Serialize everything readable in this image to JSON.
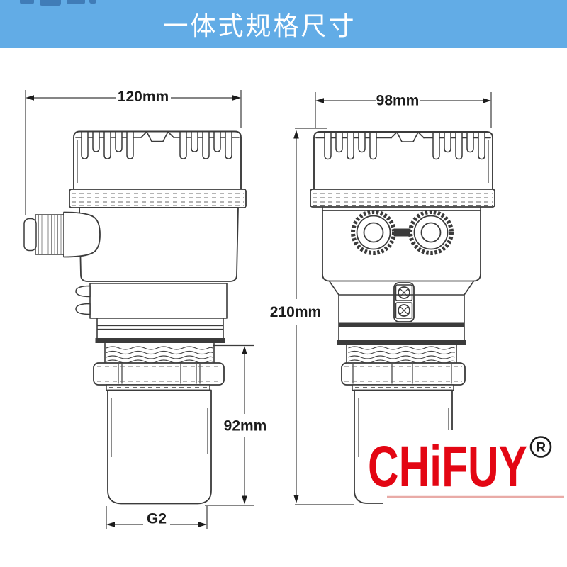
{
  "header": {
    "title": "一体式规格尺寸"
  },
  "diagram": {
    "left_view": {
      "width_label": "120mm",
      "height_label": "92mm",
      "thread_label": "G2"
    },
    "right_view": {
      "width_label": "98mm",
      "height_label": "210mm"
    }
  },
  "logo": {
    "text": "CHiFUY",
    "registered_mark": "R"
  },
  "colors": {
    "header_bg": "#62ACE6",
    "logo_red": "#E30613",
    "line": "#3B3B3B"
  }
}
